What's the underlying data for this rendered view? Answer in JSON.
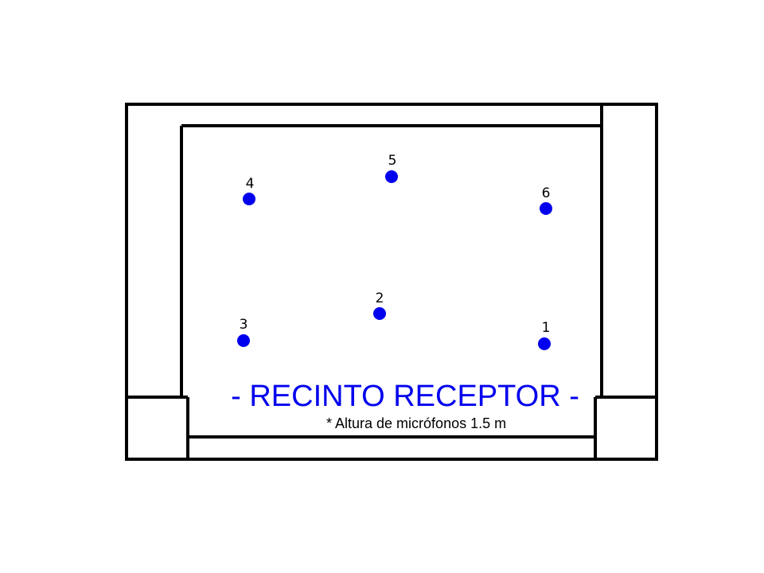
{
  "diagram": {
    "title": "- RECINTO RECEPTOR -",
    "note": "* Altura de micrófonos 1.5 m",
    "mic_color": "#0000ee",
    "title_color": "#0000ee",
    "line_color": "#000000",
    "background": "#ffffff",
    "microphones": [
      {
        "id": "1",
        "label": "1"
      },
      {
        "id": "2",
        "label": "2"
      },
      {
        "id": "3",
        "label": "3"
      },
      {
        "id": "4",
        "label": "4"
      },
      {
        "id": "5",
        "label": "5"
      },
      {
        "id": "6",
        "label": "6"
      }
    ]
  }
}
